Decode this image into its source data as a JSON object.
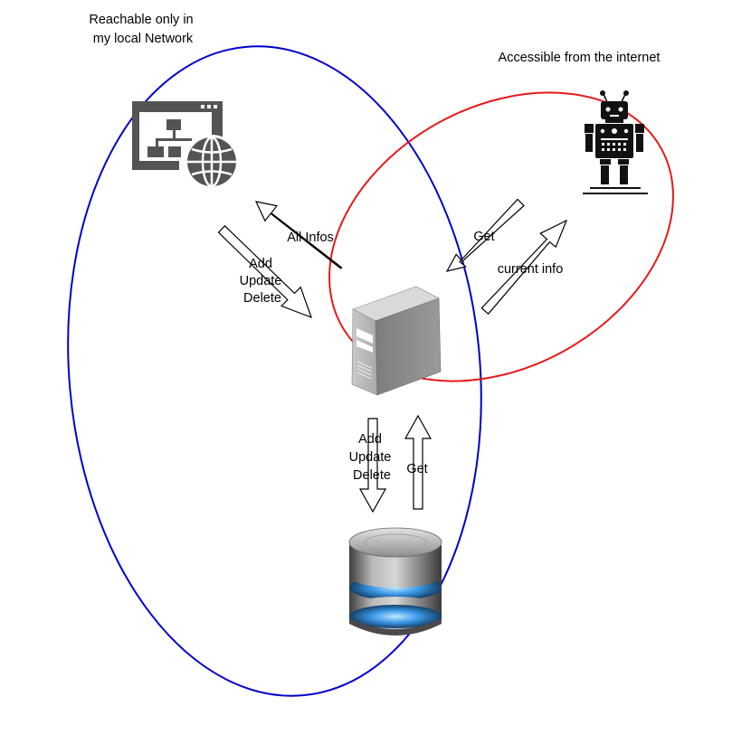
{
  "zones": {
    "local": {
      "label_lines": [
        "Reachable only in",
        "my local Network"
      ],
      "color": "#0000cc"
    },
    "internet": {
      "label": "Accessible from the internet",
      "color": "#e61919"
    }
  },
  "nodes": {
    "web_admin": {
      "icon": "web-sitemap-icon"
    },
    "server": {
      "icon": "server-icon"
    },
    "robot": {
      "icon": "robot-icon"
    },
    "database": {
      "icon": "database-icon"
    }
  },
  "edges": {
    "server_to_web": {
      "label": "All Infos"
    },
    "web_to_server": {
      "label_lines": [
        "Add",
        "Update",
        "Delete"
      ]
    },
    "robot_to_server": {
      "label": "Get"
    },
    "server_to_robot": {
      "label": "current info"
    },
    "server_to_db": {
      "label_lines": [
        "Add",
        "Update",
        "Delete"
      ]
    },
    "db_to_server": {
      "label": "Get"
    }
  }
}
